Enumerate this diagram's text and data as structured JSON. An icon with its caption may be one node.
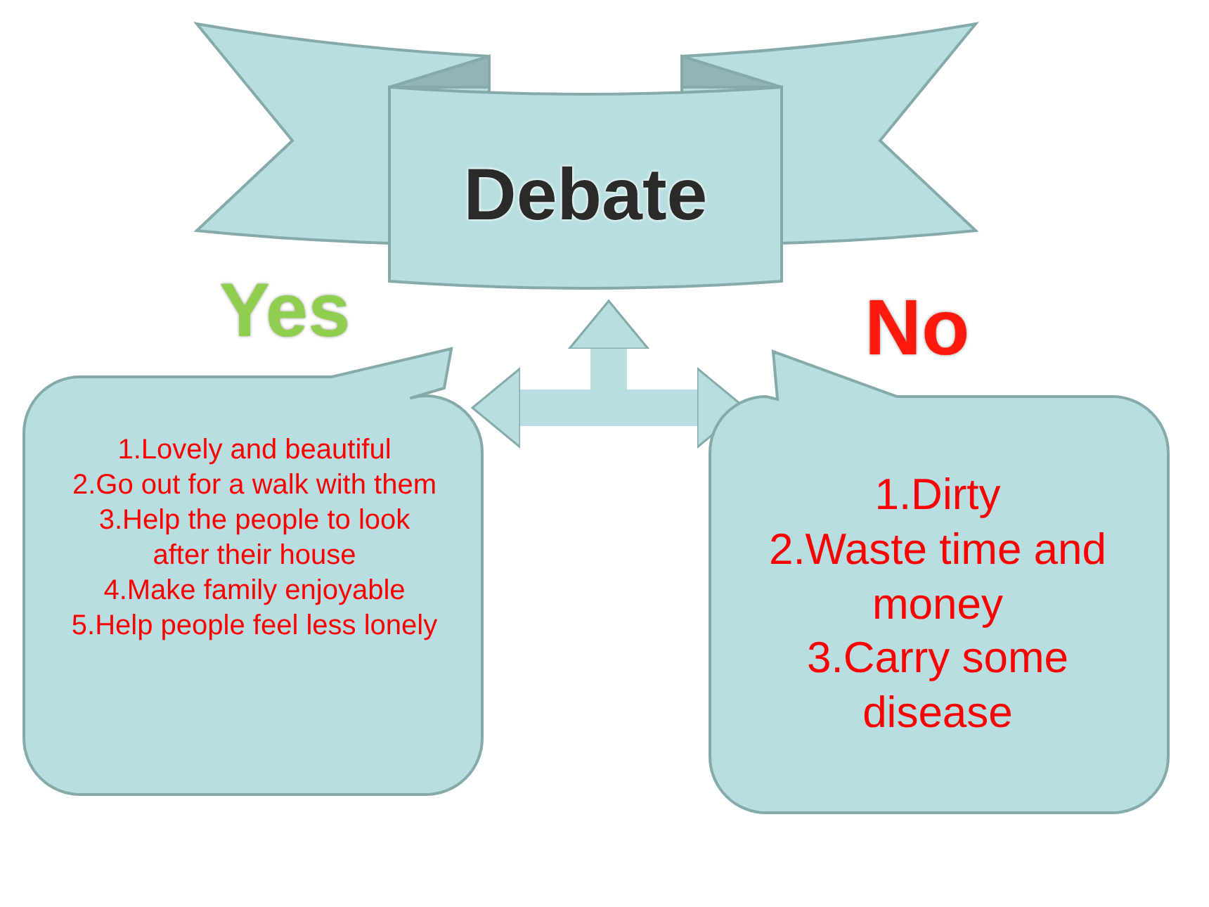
{
  "diagram": {
    "nodes": [
      {
        "text": [
          "Debate"
        ]
      },
      {
        "text": [
          "Yes",
          "1.Lovely and beautiful",
          "2.Go out for a walk with them",
          "3.Help the people to look after their house",
          "4.Make family enjoyable",
          "5.Help people feel less lonely"
        ]
      },
      {
        "text": [
          "No",
          "1.Dirty",
          "2.Waste time and money",
          "3.Carry some disease"
        ]
      }
    ],
    "edges": [
      {
        "from": 0,
        "to": 1,
        "arrow": "both"
      },
      {
        "from": 0,
        "to": 2,
        "arrow": "both"
      }
    ]
  }
}
